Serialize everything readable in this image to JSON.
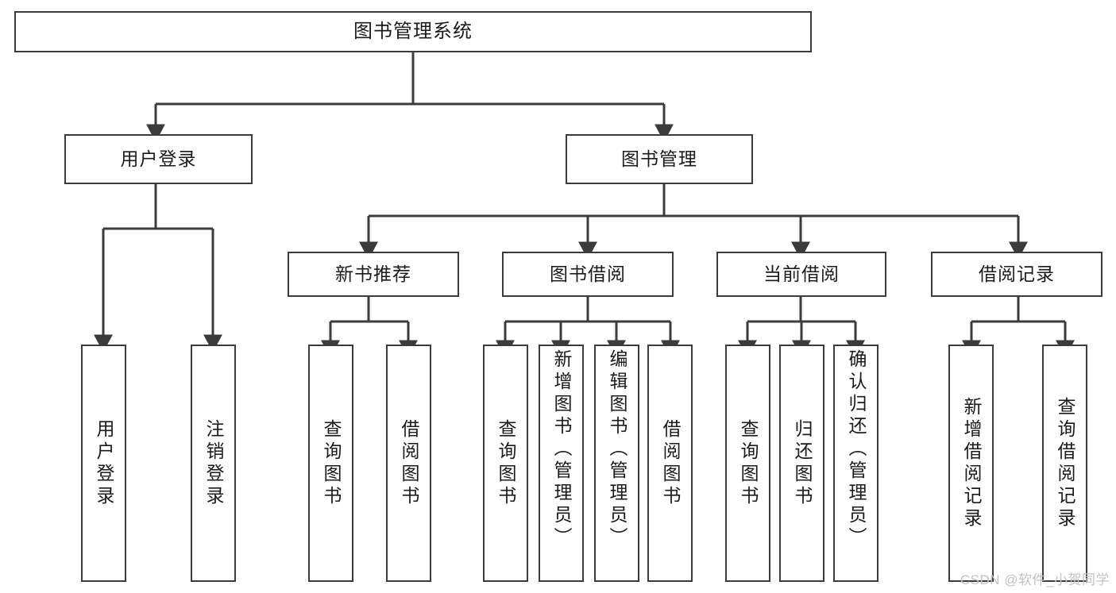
{
  "diagram": {
    "title": "图书管理系统",
    "type": "tree-hierarchy-chart",
    "colors": {
      "stroke": "#3b3b3b",
      "fill": "#ffffff",
      "text": "#1b1b1b",
      "watermark": "#c2c2c2"
    },
    "root": {
      "label": "图书管理系统"
    },
    "level2": [
      {
        "label": "用户登录"
      },
      {
        "label": "图书管理"
      }
    ],
    "level3": [
      {
        "label": "新书推荐"
      },
      {
        "label": "图书借阅"
      },
      {
        "label": "当前借阅"
      },
      {
        "label": "借阅记录"
      }
    ],
    "leaves": {
      "user_login": [
        {
          "label": "用户登录"
        },
        {
          "label": "注销登录"
        }
      ],
      "new_book_recommend": [
        {
          "label": "查询图书"
        },
        {
          "label": "借阅图书"
        }
      ],
      "book_borrow": [
        {
          "label": "查询图书"
        },
        {
          "label": "新增图书（管理员）"
        },
        {
          "label": "编辑图书（管理员）"
        },
        {
          "label": "借阅图书"
        }
      ],
      "current_borrow": [
        {
          "label": "查询图书"
        },
        {
          "label": "归还图书"
        },
        {
          "label": "确认归还（管理员）"
        }
      ],
      "borrow_record": [
        {
          "label": "新增借阅记录"
        },
        {
          "label": "查询借阅记录"
        }
      ]
    },
    "watermark": "CSDN @软件_小贺同学"
  }
}
